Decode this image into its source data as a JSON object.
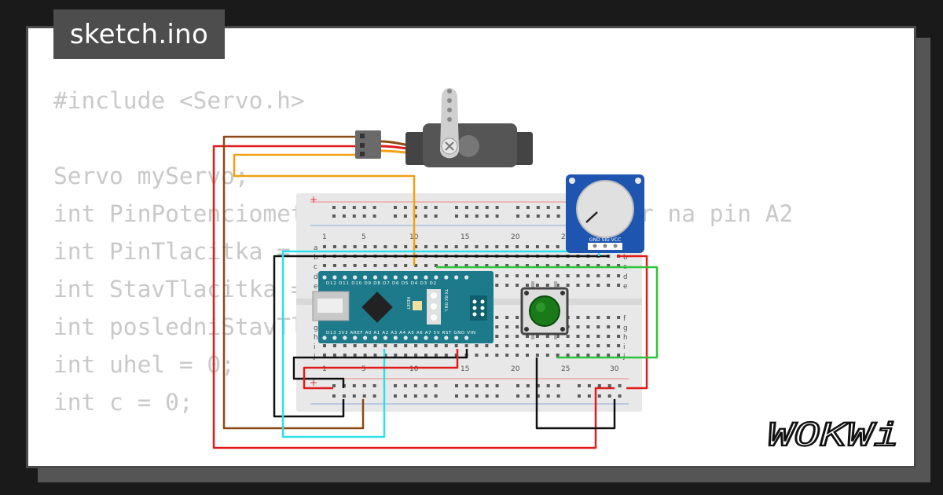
{
  "title": "sketch.ino",
  "code_lines": [
    "#include <Servo.h>",
    "",
    "Servo myServo;",
    "int PinPotenciometer = A2; // Potenciometer na pin A2",
    "int PinTlacitka = 2; // Tlacitko na pin 2",
    "int StavTlacitka = 0;",
    "int posledniStavTlacitka = 0;",
    "int uhel = 0;",
    "int c = 0;"
  ],
  "breadboard": {
    "col_numbers_top": [
      "1",
      "5",
      "10",
      "15",
      "20",
      "25"
    ],
    "col_numbers_bottom": [
      "1",
      "5",
      "10",
      "15",
      "20",
      "25",
      "30"
    ],
    "row_letters_top": [
      "a",
      "b",
      "c",
      "d",
      "e"
    ],
    "row_letters_bottom": [
      "f",
      "g",
      "h",
      "i",
      "j"
    ],
    "row_letters_right": [
      "b",
      "c",
      "d",
      "e",
      "f",
      "g",
      "h",
      "i",
      "j"
    ]
  },
  "potentiometer": {
    "pin_labels": "GND SIG VCC"
  },
  "arduino": {
    "top_pins": "D12 D11 D10 D9 D8 D7 D6 D5 D4 D3 D2",
    "bottom_pins": "D13 3V3 AREF A0 A1 A2 A3 A4 A5 A6 A7 5V RST GND VIN",
    "reset_label": "RESET",
    "led_label": "TX RX ON L"
  },
  "logo": "WOKWi",
  "colors": {
    "wire_red": "#e01b1b",
    "wire_black": "#111111",
    "wire_brown": "#8b4a13",
    "wire_orange": "#f0a012",
    "wire_green": "#2ec43b",
    "wire_cyan": "#2fe0e8",
    "arduino_board": "#1d7a8a",
    "button_cap": "#1a7a1a"
  }
}
